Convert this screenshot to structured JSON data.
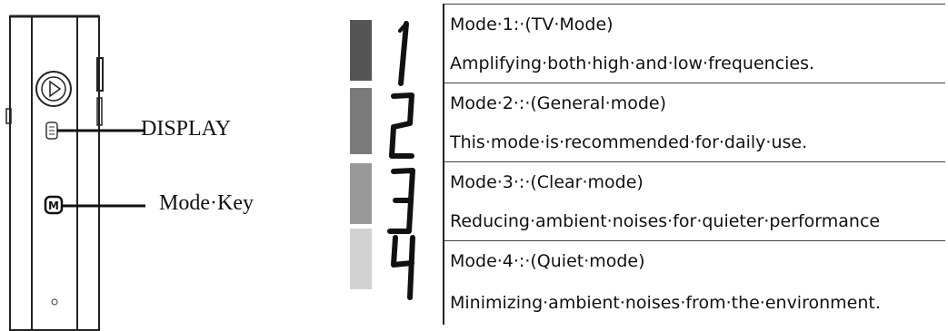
{
  "device": {
    "display_label": "DISPLAY",
    "mode_key_label": "Mode·Key",
    "mode_key_glyph": "M",
    "icons": [
      "play-icon",
      "display-icon",
      "mode-key-icon",
      "microphone-hole-icon"
    ]
  },
  "modes": [
    {
      "number": "1",
      "title": "Mode·1:·(TV·Mode)",
      "description": "Amplifying·both·high·and·low·frequencies.",
      "bar_color": "#555555"
    },
    {
      "number": "2",
      "title": "Mode·2·:·(General·mode)",
      "description": "This·mode·is·recommended·for·daily·use.",
      "bar_color": "#7a7a7a"
    },
    {
      "number": "3",
      "title": "Mode·3·:·(Clear·mode)",
      "description": "Reducing·ambient·noises·for·quieter·performance",
      "bar_color": "#999999"
    },
    {
      "number": "4",
      "title": "Mode·4·:·(Quiet·mode)",
      "description": "Minimizing·ambient·noises·from·the·environment.",
      "bar_color": "#d2d2d2"
    }
  ]
}
